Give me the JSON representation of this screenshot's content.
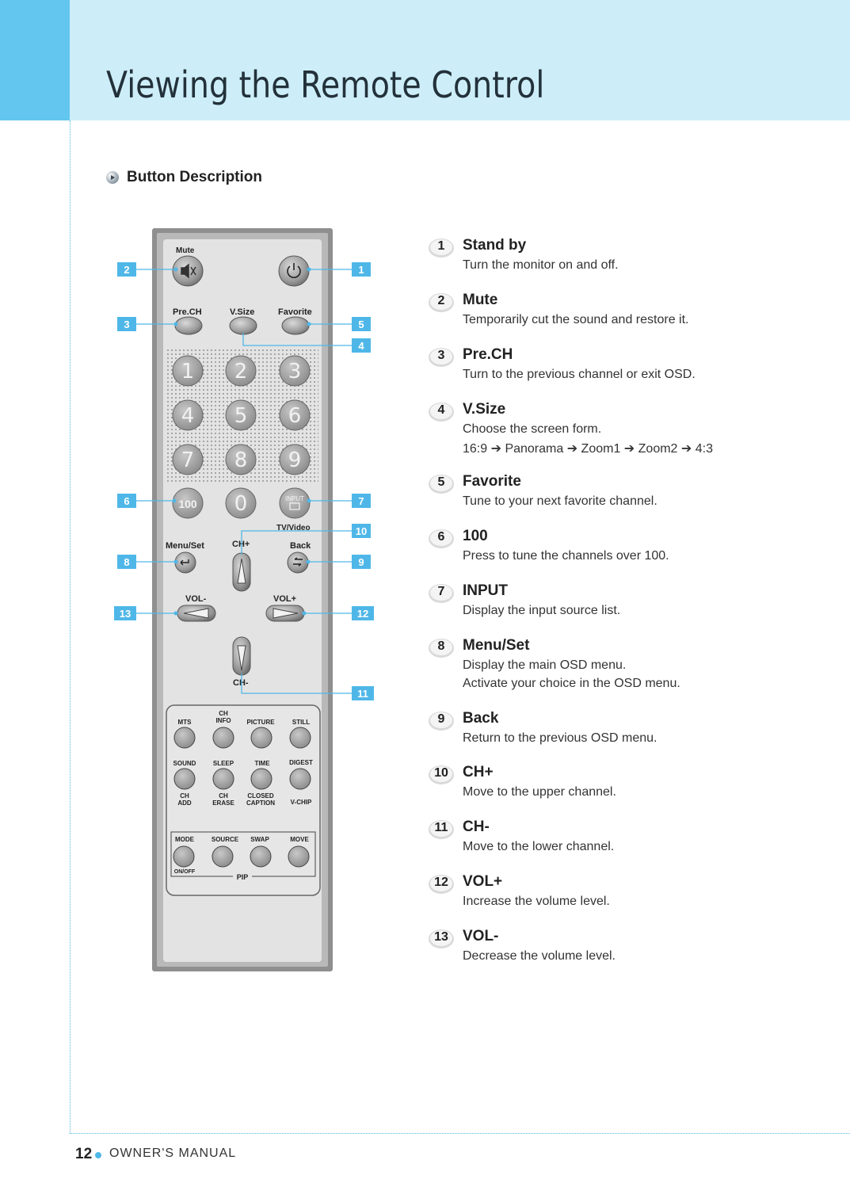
{
  "header": {
    "title": "Viewing the Remote Control"
  },
  "section": {
    "title": "Button Description"
  },
  "remote": {
    "labels": {
      "mute": "Mute",
      "prech": "Pre.CH",
      "vsize": "V.Size",
      "favorite": "Favorite",
      "tvvideo": "TV/Video",
      "menuset": "Menu/Set",
      "chplus": "CH+",
      "back": "Back",
      "volminus": "VOL-",
      "volplus": "VOL+",
      "chminus": "CH-",
      "k100": "100",
      "input": "INPUT",
      "mts": "MTS",
      "chinfo1": "CH",
      "chinfo2": "INFO",
      "picture": "PICTURE",
      "still": "STILL",
      "sound": "SOUND",
      "sleep": "SLEEP",
      "time": "TIME",
      "digest": "DIGEST",
      "chadd1": "CH",
      "chadd2": "ADD",
      "cherase1": "CH",
      "cherase2": "ERASE",
      "cc1": "CLOSED",
      "cc2": "CAPTION",
      "vchip": "V-CHIP",
      "mode": "MODE",
      "source": "SOURCE",
      "swap": "SWAP",
      "move": "MOVE",
      "onoff": "ON/OFF",
      "pip": "PIP"
    },
    "digits": [
      "1",
      "2",
      "3",
      "4",
      "5",
      "6",
      "7",
      "8",
      "9",
      "0"
    ],
    "callouts": {
      "c1": "1",
      "c2": "2",
      "c3": "3",
      "c4": "4",
      "c5": "5",
      "c6": "6",
      "c7": "7",
      "c8": "8",
      "c9": "9",
      "c10": "10",
      "c11": "11",
      "c12": "12",
      "c13": "13"
    },
    "accent": "#4fb7e8"
  },
  "descriptions": [
    {
      "num": "1",
      "title": "Stand by",
      "lines": [
        "Turn the monitor on and off."
      ]
    },
    {
      "num": "2",
      "title": "Mute",
      "lines": [
        "Temporarily cut the sound and restore it."
      ]
    },
    {
      "num": "3",
      "title": "Pre.CH",
      "lines": [
        "Turn to the previous channel or exit OSD."
      ]
    },
    {
      "num": "4",
      "title": "V.Size",
      "lines": [
        "Choose the screen form.",
        "16:9 ➔ Panorama ➔ Zoom1 ➔ Zoom2 ➔ 4:3"
      ]
    },
    {
      "num": "5",
      "title": "Favorite",
      "lines": [
        "Tune to your next favorite channel."
      ]
    },
    {
      "num": "6",
      "title": "100",
      "lines": [
        "Press to tune the channels over 100."
      ]
    },
    {
      "num": "7",
      "title": "INPUT",
      "lines": [
        "Display the input source list."
      ]
    },
    {
      "num": "8",
      "title": "Menu/Set",
      "lines": [
        "Display the main OSD menu.",
        "Activate your choice in the OSD menu."
      ]
    },
    {
      "num": "9",
      "title": "Back",
      "lines": [
        "Return to the previous OSD menu."
      ]
    },
    {
      "num": "10",
      "title": "CH+",
      "lines": [
        "Move to the upper channel."
      ]
    },
    {
      "num": "11",
      "title": "CH-",
      "lines": [
        "Move to the lower channel."
      ]
    },
    {
      "num": "12",
      "title": "VOL+",
      "lines": [
        "Increase the volume level."
      ]
    },
    {
      "num": "13",
      "title": "VOL-",
      "lines": [
        "Decrease the volume level."
      ]
    }
  ],
  "footer": {
    "page": "12",
    "text": "OWNER'S MANUAL"
  }
}
